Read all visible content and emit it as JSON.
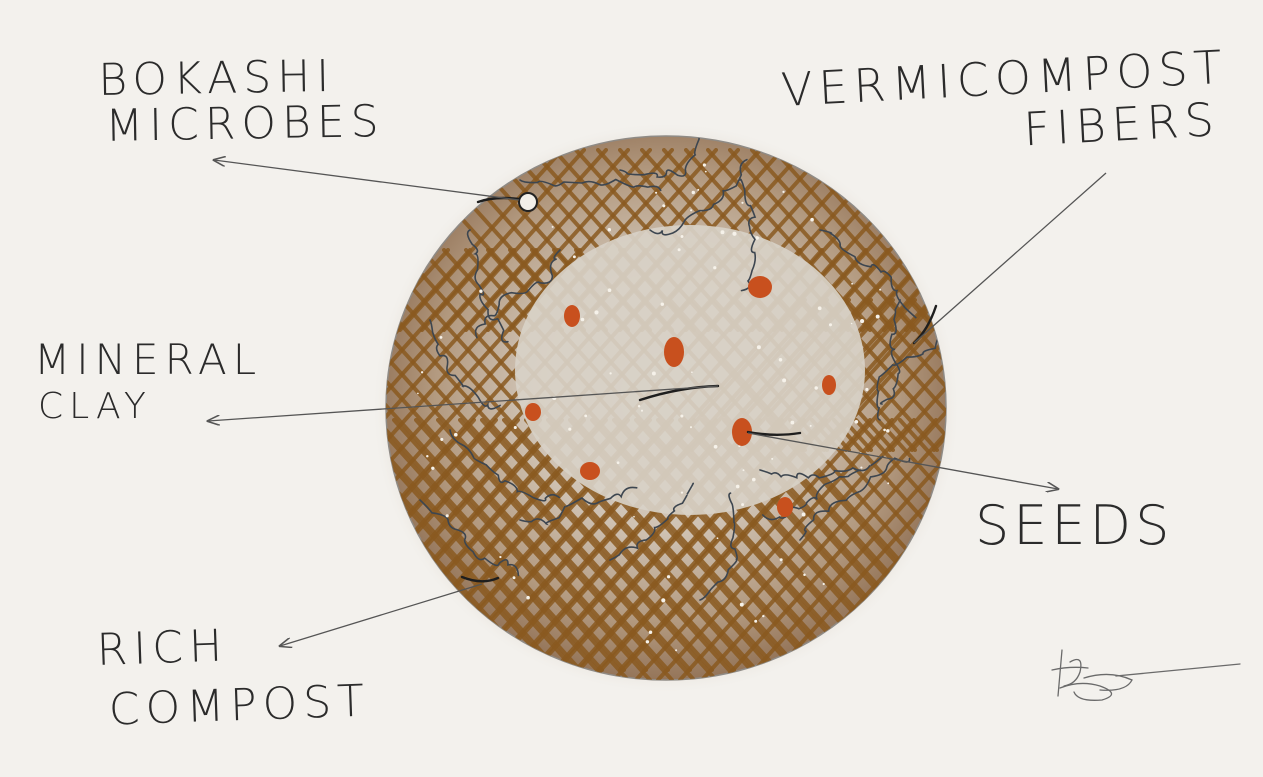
{
  "labels": {
    "bokashi": [
      "BOKASHI",
      "MICROBES"
    ],
    "vermicompost": [
      "VERMICOMPOST",
      "FIBERS"
    ],
    "mineral": [
      "MINERAL",
      "CLAY"
    ],
    "seeds": "SEEDS",
    "rich_compost": [
      "RICH",
      "COMPOST"
    ]
  },
  "colors": {
    "background": "#f3f1ed",
    "ink": "#2b2b2b",
    "soil_center": "#d9d2c9",
    "soil_edge": "#8c6b4f",
    "hatch": "#8a5a20",
    "seed": "#c8501e",
    "fiber": "#3d4650"
  },
  "icons": {
    "microbe": "circle-outline",
    "signature": "scribble"
  }
}
